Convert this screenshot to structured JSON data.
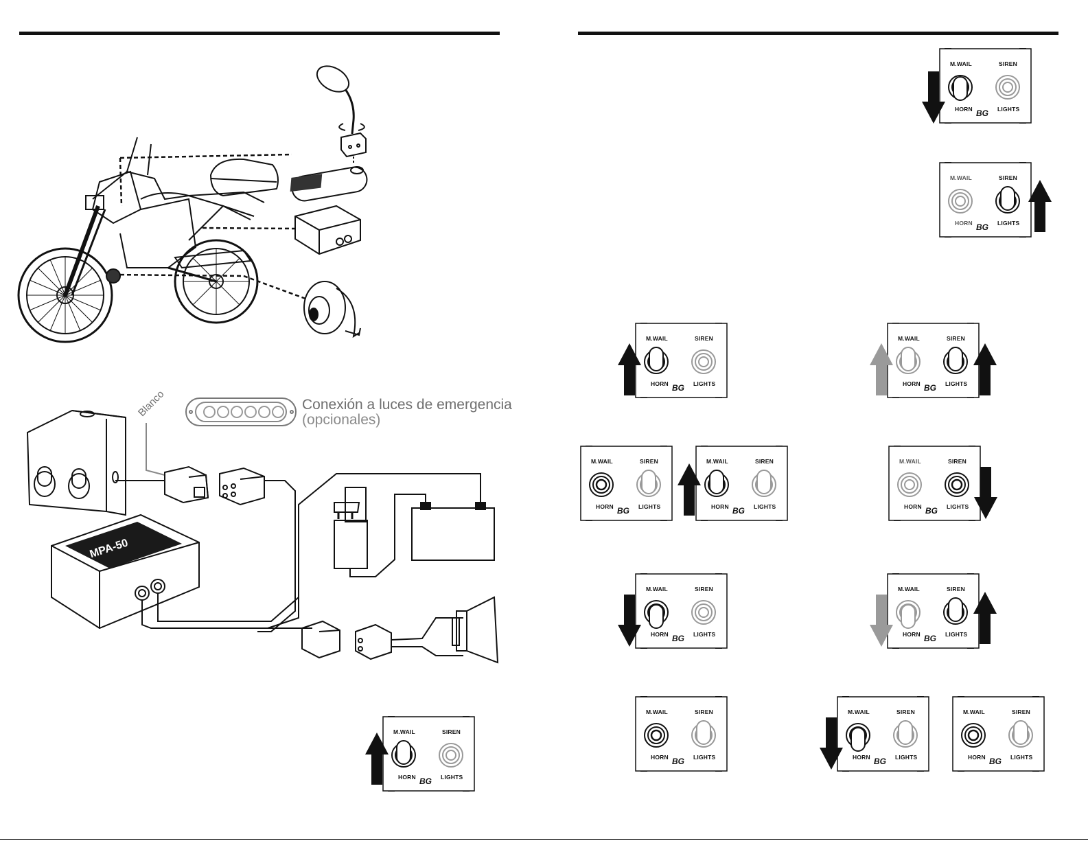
{
  "panel_labels": {
    "mwail": "M.WAIL",
    "siren": "SIREN",
    "horn": "HORN",
    "lights": "LIGHTS",
    "logo": "BG"
  },
  "wiring": {
    "callout_main": "Conexión a luces de emergencia",
    "callout_sub": "(opcionales)",
    "wire_label": "Blanco",
    "controller_label": "MPA-50"
  },
  "colors": {
    "ink": "#111111",
    "inactive": "#9a9a9a",
    "callout": "#6f6f6f"
  }
}
